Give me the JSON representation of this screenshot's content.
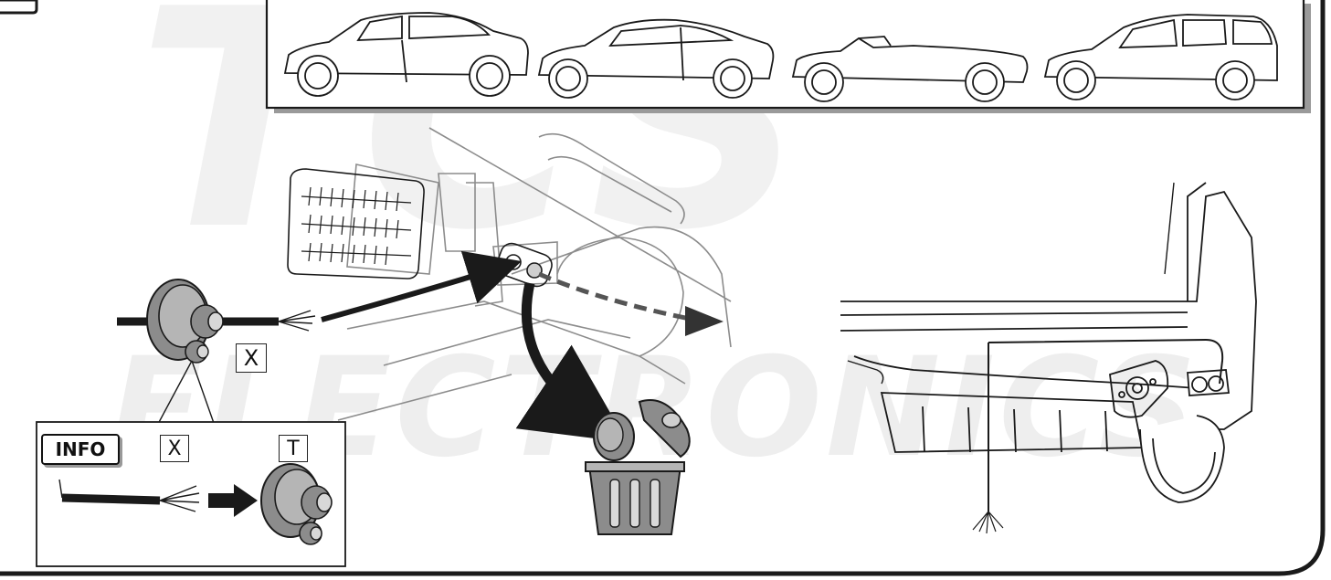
{
  "watermark": {
    "top_text": "TCS",
    "bottom_text": "ELECTRONICS"
  },
  "labels": {
    "connector_label": "X",
    "info_badge": "INFO",
    "info_left_label": "X",
    "info_right_label": "T"
  },
  "colors": {
    "line": "#1a1a1a",
    "grey_part": "#8c8c8c",
    "light_grey": "#cfcfcf",
    "watermark": "#ececec",
    "shadow": "#9a9a9a"
  },
  "icons": {
    "trash": "trash-bin-icon",
    "arrow": "arrow-icon"
  }
}
